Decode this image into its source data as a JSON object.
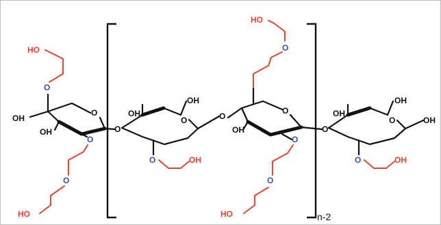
{
  "labels": {
    "oh": "OH",
    "ho": "HO",
    "o": "O",
    "repeat": "n-2"
  },
  "colors": {
    "backbone": "#111111",
    "hydroxyethyl": "#e8432f",
    "ether_oxygen": "#3a4fa8",
    "border": "#bdbdbd"
  }
}
